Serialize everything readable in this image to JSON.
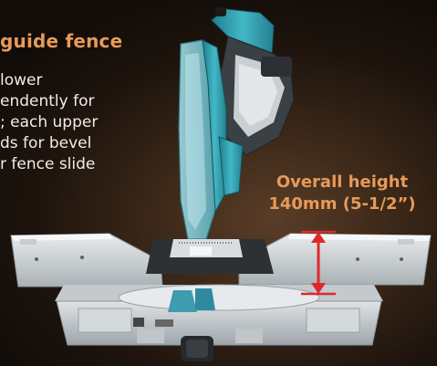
{
  "text_overlay": {
    "heading": "guide fence",
    "body_lines": [
      "lower",
      "endently for",
      "; each upper",
      "ds for bevel",
      "r fence slide"
    ]
  },
  "callout": {
    "label_lines": [
      "Overall height",
      "140mm (5-1/2”)"
    ]
  },
  "colors": {
    "accent": "#e79a58",
    "body_text": "#f2ece4",
    "teal": "#2f9fae",
    "arrow": "#e0282b",
    "background": "#2a1c12"
  }
}
